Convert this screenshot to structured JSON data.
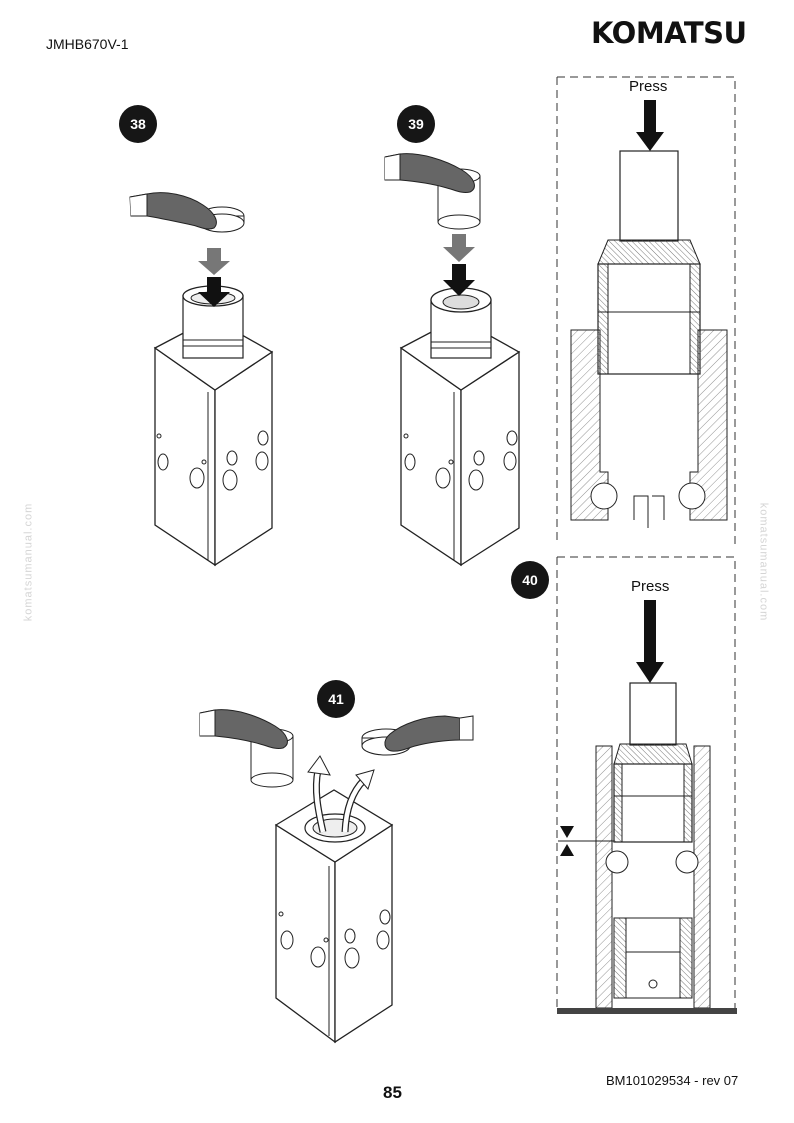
{
  "header": {
    "doc_code": "JMHB670V-1",
    "brand": "KOMATSU"
  },
  "steps": [
    {
      "number": "38"
    },
    {
      "number": "39"
    },
    {
      "number": "40"
    },
    {
      "number": "41"
    }
  ],
  "labels": {
    "press_top": "Press",
    "press_bottom": "Press"
  },
  "watermark": {
    "text": "komatsumanual.com"
  },
  "footer": {
    "page_number": "85",
    "doc_revision": "BM101029534 - rev 07"
  }
}
